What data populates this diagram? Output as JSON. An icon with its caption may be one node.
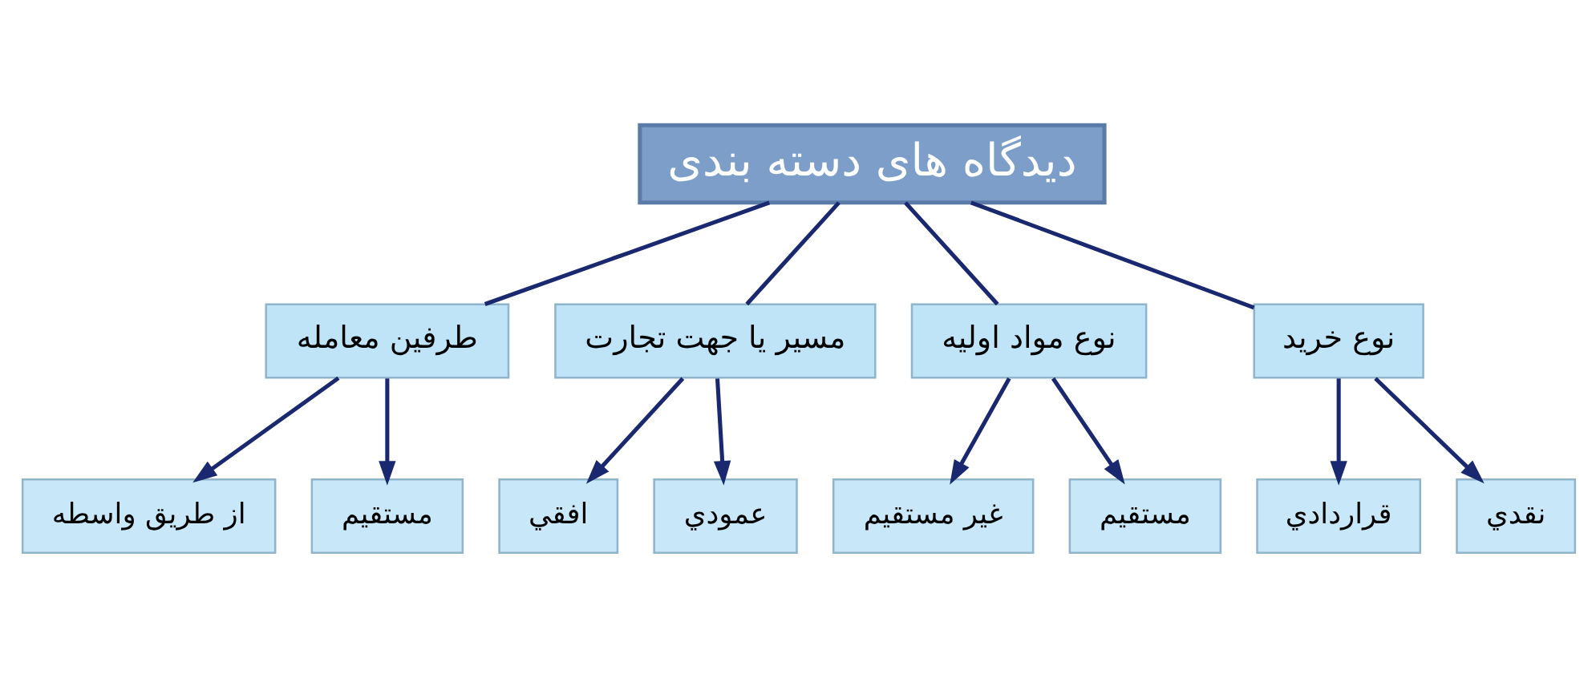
{
  "diagram": {
    "nodes": [
      {
        "text": [
          "دیدگاه های دسته بندی"
        ]
      },
      {
        "text": [
          "نوع خرید"
        ]
      },
      {
        "text": [
          "نوع مواد اولیه"
        ]
      },
      {
        "text": [
          "مسیر یا جهت تجارت"
        ]
      },
      {
        "text": [
          "طرفین معامله"
        ]
      },
      {
        "text": [
          "نقدي"
        ]
      },
      {
        "text": [
          "قراردادي"
        ]
      },
      {
        "text": [
          "مستقیم"
        ]
      },
      {
        "text": [
          "غیر مستقیم"
        ]
      },
      {
        "text": [
          "عمودي"
        ]
      },
      {
        "text": [
          "افقي"
        ]
      },
      {
        "text": [
          "مستقیم"
        ]
      },
      {
        "text": [
          "از طریق واسطه"
        ]
      }
    ],
    "edges": [
      {
        "from": 0,
        "to": 1,
        "arrow": "none"
      },
      {
        "from": 0,
        "to": 2,
        "arrow": "none"
      },
      {
        "from": 0,
        "to": 3,
        "arrow": "none"
      },
      {
        "from": 0,
        "to": 4,
        "arrow": "none"
      },
      {
        "from": 1,
        "to": 5,
        "arrow": "to"
      },
      {
        "from": 1,
        "to": 6,
        "arrow": "to"
      },
      {
        "from": 2,
        "to": 7,
        "arrow": "to"
      },
      {
        "from": 2,
        "to": 8,
        "arrow": "to"
      },
      {
        "from": 3,
        "to": 9,
        "arrow": "to"
      },
      {
        "from": 3,
        "to": 10,
        "arrow": "to"
      },
      {
        "from": 4,
        "to": 11,
        "arrow": "to"
      },
      {
        "from": 4,
        "to": 12,
        "arrow": "to"
      }
    ]
  }
}
